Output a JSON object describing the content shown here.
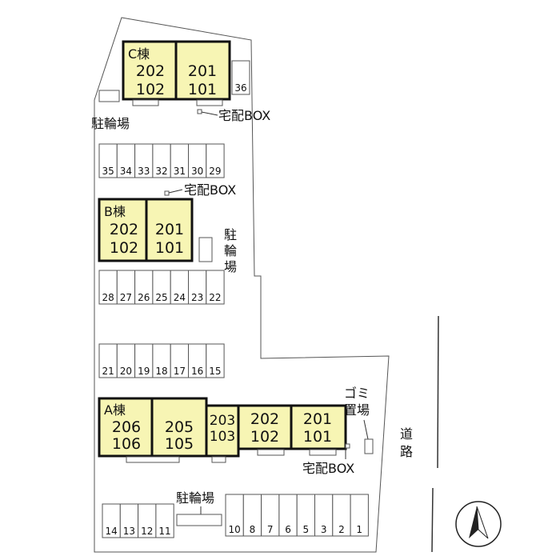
{
  "buildings": {
    "c": {
      "name": "C棟",
      "units": [
        {
          "upper": "202",
          "lower": "102"
        },
        {
          "upper": "201",
          "lower": "101"
        }
      ]
    },
    "b": {
      "name": "B棟",
      "units": [
        {
          "upper": "202",
          "lower": "102"
        },
        {
          "upper": "201",
          "lower": "101"
        }
      ]
    },
    "a": {
      "name": "A棟",
      "units": [
        {
          "upper": "206",
          "lower": "106"
        },
        {
          "upper": "205",
          "lower": "105"
        },
        {
          "upper": "203",
          "lower": "103"
        },
        {
          "upper": "202",
          "lower": "102"
        },
        {
          "upper": "201",
          "lower": "101"
        }
      ]
    }
  },
  "labels": {
    "bicycle_parking_c": "駐輪場",
    "bicycle_parking_b": [
      "駐",
      "輪",
      "場"
    ],
    "bicycle_parking_bottom": "駐輪場",
    "delivery_box_c": "宅配BOX",
    "delivery_box_b": "宅配BOX",
    "delivery_box_a": "宅配BOX",
    "garbage": [
      "ゴミ",
      "置場"
    ],
    "road": [
      "道",
      "路"
    ]
  },
  "parking": {
    "row_top": [
      "35",
      "34",
      "33",
      "32",
      "31",
      "30",
      "29"
    ],
    "space_36": "36",
    "row_b_bottom": [
      "28",
      "27",
      "26",
      "25",
      "24",
      "23",
      "22"
    ],
    "row_mid": [
      "21",
      "20",
      "19",
      "18",
      "17",
      "16",
      "15"
    ],
    "row_bottom_left": [
      "14",
      "13",
      "12",
      "11"
    ],
    "row_bottom_right": [
      "10",
      "8",
      "7",
      "6",
      "5",
      "3",
      "2",
      "1"
    ]
  },
  "colors": {
    "building_fill": "#f7f5b4"
  }
}
